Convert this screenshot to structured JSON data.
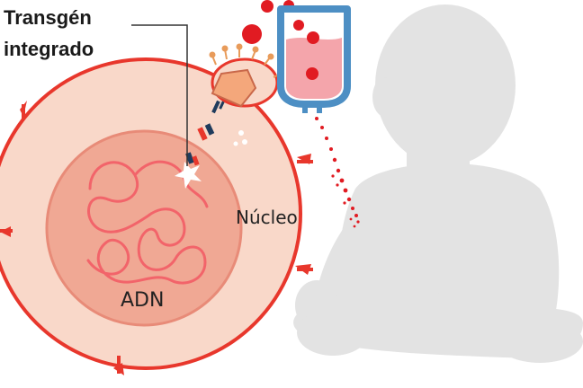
{
  "labels": {
    "transgene_line1": "Transgén",
    "transgene_line2": "integrado",
    "nucleus": "Núcleo",
    "dna": "ADN"
  },
  "colors": {
    "membrane": "#e8372c",
    "cytoplasm": "#f9d8c9",
    "nucleus_fill": "#f0a894",
    "nucleus_edge": "#e88b78",
    "dna_strand": "#f2646a",
    "virus_body": "#f4a77b",
    "blood": "#e11b22",
    "bag_frame": "#4d8fc4",
    "bag_fluid": "#f4a5ab",
    "baby": "#e3e3e3"
  },
  "icons": {
    "cell": "cell-illustration",
    "virus": "viral-vector-icon",
    "bag": "iv-blood-bag-icon",
    "child": "seated-baby-silhouette"
  }
}
